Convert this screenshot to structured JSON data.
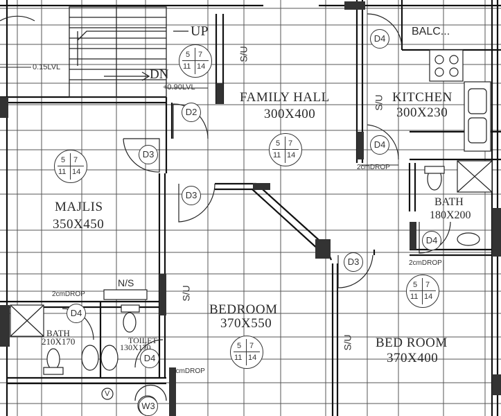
{
  "stair": {
    "up": "UP",
    "dn": "DN",
    "lvl_top": "0.15LVL",
    "lvl_bottom": "+0.90LVL"
  },
  "rooms": [
    {
      "id": "family-hall",
      "name": "FAMILY HALL",
      "dim": "300X400"
    },
    {
      "id": "kitchen",
      "name": "KITCHEN",
      "dim": "300X230"
    },
    {
      "id": "majlis",
      "name": "MAJLIS",
      "dim": "350X450"
    },
    {
      "id": "bedroom-1",
      "name": "BEDROOM",
      "dim": "370X550"
    },
    {
      "id": "bedroom-2",
      "name": "BED ROOM",
      "dim": "370X400"
    },
    {
      "id": "bath-1",
      "name": "BATH",
      "dim": "180X200"
    },
    {
      "id": "bath-2",
      "name": "BATH",
      "dim": "210X170"
    },
    {
      "id": "toilet",
      "name": "TOILET",
      "dim": "130X170"
    },
    {
      "id": "balcony",
      "name": "BALC...",
      "dim": ""
    }
  ],
  "door_tags": {
    "d2": "D2",
    "d3": "D3",
    "d4": "D4",
    "w3": "W3",
    "v": "V"
  },
  "annotations": {
    "su": "S/U",
    "drop": "2cmDROP",
    "ns": "N/S"
  },
  "tile_code": {
    "a": "5",
    "b": "7",
    "c": "11",
    "d": "14"
  }
}
